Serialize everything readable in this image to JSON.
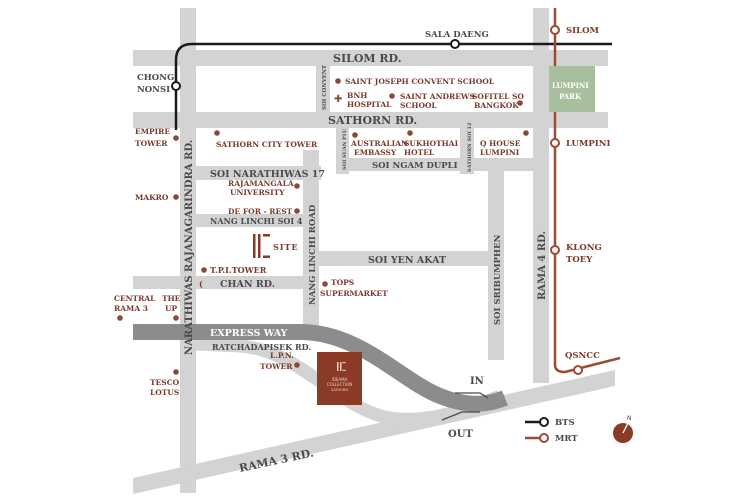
{
  "roads": {
    "silom": "SILOM RD.",
    "sathorn": "SATHORN RD.",
    "soi_narathiwas_17": "SOI NARATHIWAS 17",
    "soi_ngam_dupli": "SOI NGAM DUPLI",
    "nang_linchi_soi_4": "NANG LINCHI SOI 4",
    "soi_yen_akat": "SOI YEN AKAT",
    "chan": "CHAN RD.",
    "express_way": "EXPRESS WAY",
    "ratchadapisek": "RATCHADAPISEK RD.",
    "rama_3": "RAMA 3 RD.",
    "rama_4": "RAMA 4 RD.",
    "narathiwas": "NARATHIWAS RAJANAGARINDRA RD.",
    "nang_linchi_road": "NANG LINCHI ROAD",
    "soi_sribumphen": "SOI SRIBUMPHEN",
    "soi_convent": "SOI CONVENT",
    "soi_sathorn_suan_plu": "SOI SUAN PLU",
    "soi_sathorn_12": "SATHORN SOI 12"
  },
  "stations": {
    "sala_daeng": "SALA DAENG",
    "chong_nonsi": "CHONG NONSI",
    "silom": "SILOM",
    "lumpini": "LUMPINI",
    "klong_toey": "KLONG TOEY",
    "qsncc": "QSNCC"
  },
  "pois": {
    "saint_joseph": "SAINT JOSEPH CONVENT SCHOOL",
    "bnh_1": "BNH",
    "bnh_2": "HOSPITAL",
    "saint_andrews_1": "SAINT ANDREWS",
    "saint_andrews_2": "SCHOOL",
    "sofitel_1": "SOFITEL SO",
    "sofitel_2": "BANGKOK",
    "lumpini_park_1": "LUMPINI",
    "lumpini_park_2": "PARK",
    "empire_1": "EMPIRE",
    "empire_2": "TOWER",
    "sathorn_city_tower": "SATHORN CITY TOWER",
    "australian_1": "AUSTRALIAN",
    "australian_2": "EMBASSY",
    "sukhothai_1": "SUKHOTHAI",
    "sukhothai_2": "HOTEL",
    "qhouse_1": "Q HOUSE",
    "qhouse_2": "LUMPINI",
    "makro": "MAKRO",
    "rajamangala_1": "RAJAMANGALA",
    "rajamangala_2": "UNIVERSITY",
    "de_for_rest": "DE FOR - REST",
    "site": "SITE",
    "tpi_tower": "T.P.I.TOWER",
    "central_1": "CENTRAL",
    "central_the": "THE",
    "central_2": "RAMA 3",
    "central_up": "UP",
    "tops_1": "TOPS",
    "tops_2": "SUPERMARKET",
    "lpn_1": "L.P.N.",
    "lpn_2": "TOWER",
    "tesco_1": "TESCO",
    "tesco_2": "LOTUS",
    "project_1": "IDEAMA",
    "project_2": "COLLECTION",
    "project_3": "SATHORN"
  },
  "directions": {
    "in": "IN",
    "out": "OUT"
  },
  "legend": {
    "bts": "BTS",
    "mrt": "MRT",
    "north": "N"
  },
  "colors": {
    "road": "#d3d3d3",
    "express": "#8c8c8c",
    "bts_line": "#1a1a1a",
    "mrt_line": "#9c4a32",
    "poi": "#7a3a2a",
    "park": "#a7bf9c",
    "project": "#8b3a26"
  }
}
